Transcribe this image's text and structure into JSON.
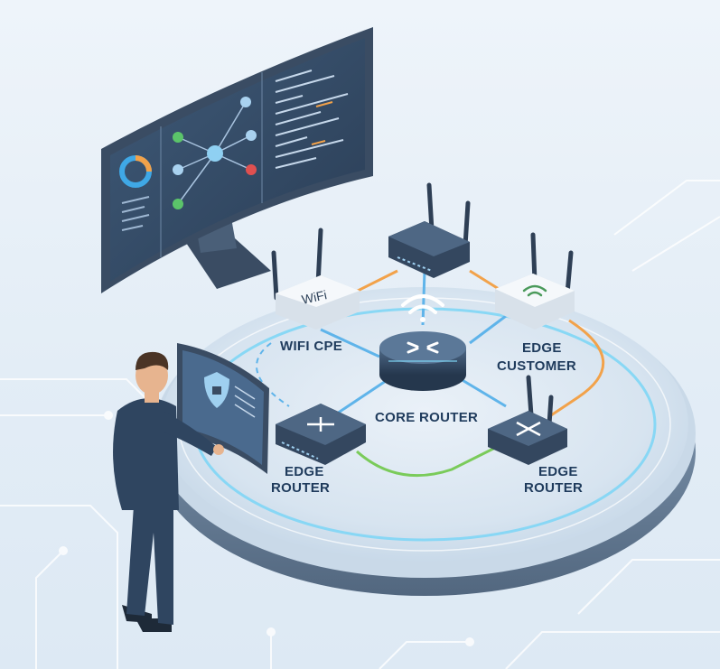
{
  "nodes": {
    "wifi_cpe": {
      "label": "WIFI CPE",
      "device_text": "WiFi"
    },
    "core_router": {
      "label": "CORE ROUTER"
    },
    "edge_customer": {
      "label_line1": "EDGE",
      "label_line2": "CUSTOMER"
    },
    "edge_router_left": {
      "label_line1": "EDGE",
      "label_line2": "ROUTER"
    },
    "edge_router_right": {
      "label_line1": "EDGE",
      "label_line2": "ROUTER"
    }
  },
  "colors": {
    "platform_top": "#dbe7f2",
    "platform_glow": "#7fd6f5",
    "link_blue": "#5fb4ea",
    "link_orange": "#f2a24a",
    "link_green": "#7acb5a",
    "device_dark": "#34475f",
    "device_white": "#f5f8fb",
    "monitor_frame": "#3a4c63",
    "suit": "#2f4560"
  },
  "icons": [
    "wifi-icon",
    "router-arrows-icon",
    "shield-icon",
    "donut-chart-icon",
    "network-graph-icon"
  ]
}
